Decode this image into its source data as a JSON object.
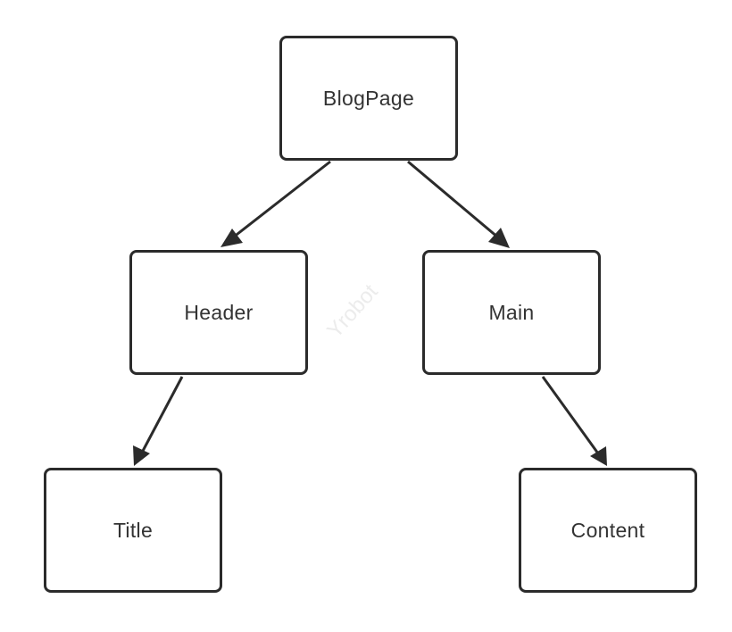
{
  "diagram": {
    "nodes": {
      "blogpage": "BlogPage",
      "header": "Header",
      "main": "Main",
      "title": "Title",
      "content": "Content"
    },
    "edges": [
      {
        "from": "BlogPage",
        "to": "Header"
      },
      {
        "from": "BlogPage",
        "to": "Main"
      },
      {
        "from": "Header",
        "to": "Title"
      },
      {
        "from": "Main",
        "to": "Content"
      }
    ],
    "colors": {
      "stroke": "#2b2b2b",
      "text": "#333333",
      "background": "#ffffff"
    }
  },
  "watermark": "Yrobot"
}
